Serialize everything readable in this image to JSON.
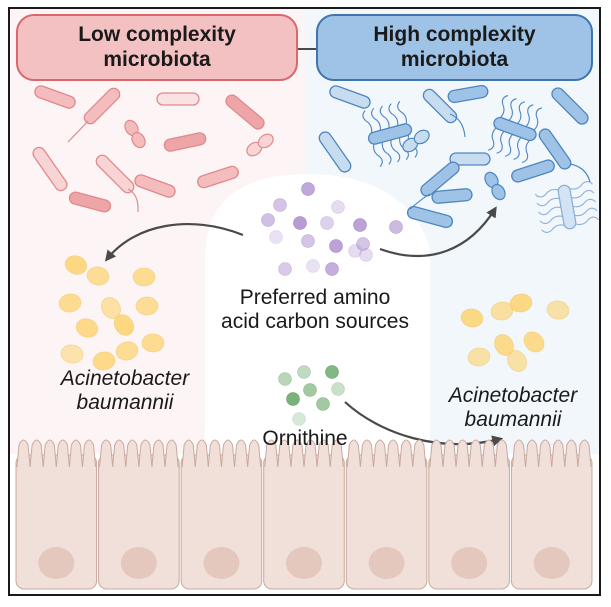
{
  "boxes": {
    "low": {
      "line1": "Low complexity",
      "line2": "microbiota",
      "fill": "#f3c1c2",
      "stroke": "#d9676c"
    },
    "high": {
      "line1": "High complexity",
      "line2": "microbiota",
      "fill": "#9fc3e6",
      "stroke": "#3f74ad"
    }
  },
  "labels": {
    "amino_line1": "Preferred amino",
    "amino_line2": "acid carbon sources",
    "ornithine": "Ornithine",
    "species_left_line1": "Acinetobacter",
    "species_left_line2": "baumannii",
    "species_right_line1": "Acinetobacter",
    "species_right_line2": "baumannii"
  },
  "colors": {
    "low_bg": "#fdf5f5",
    "high_bg": "#f2f7fc",
    "arrow": "#4a4a4a",
    "amino_dot": "#c8b4de",
    "ornithine_dot": "#8fbf8f",
    "acinetobacter": "#fdd98a",
    "epithelium": "#f1e0da",
    "nucleus": "#e4c7bd"
  },
  "epithelium": {
    "cell_count": 7
  }
}
